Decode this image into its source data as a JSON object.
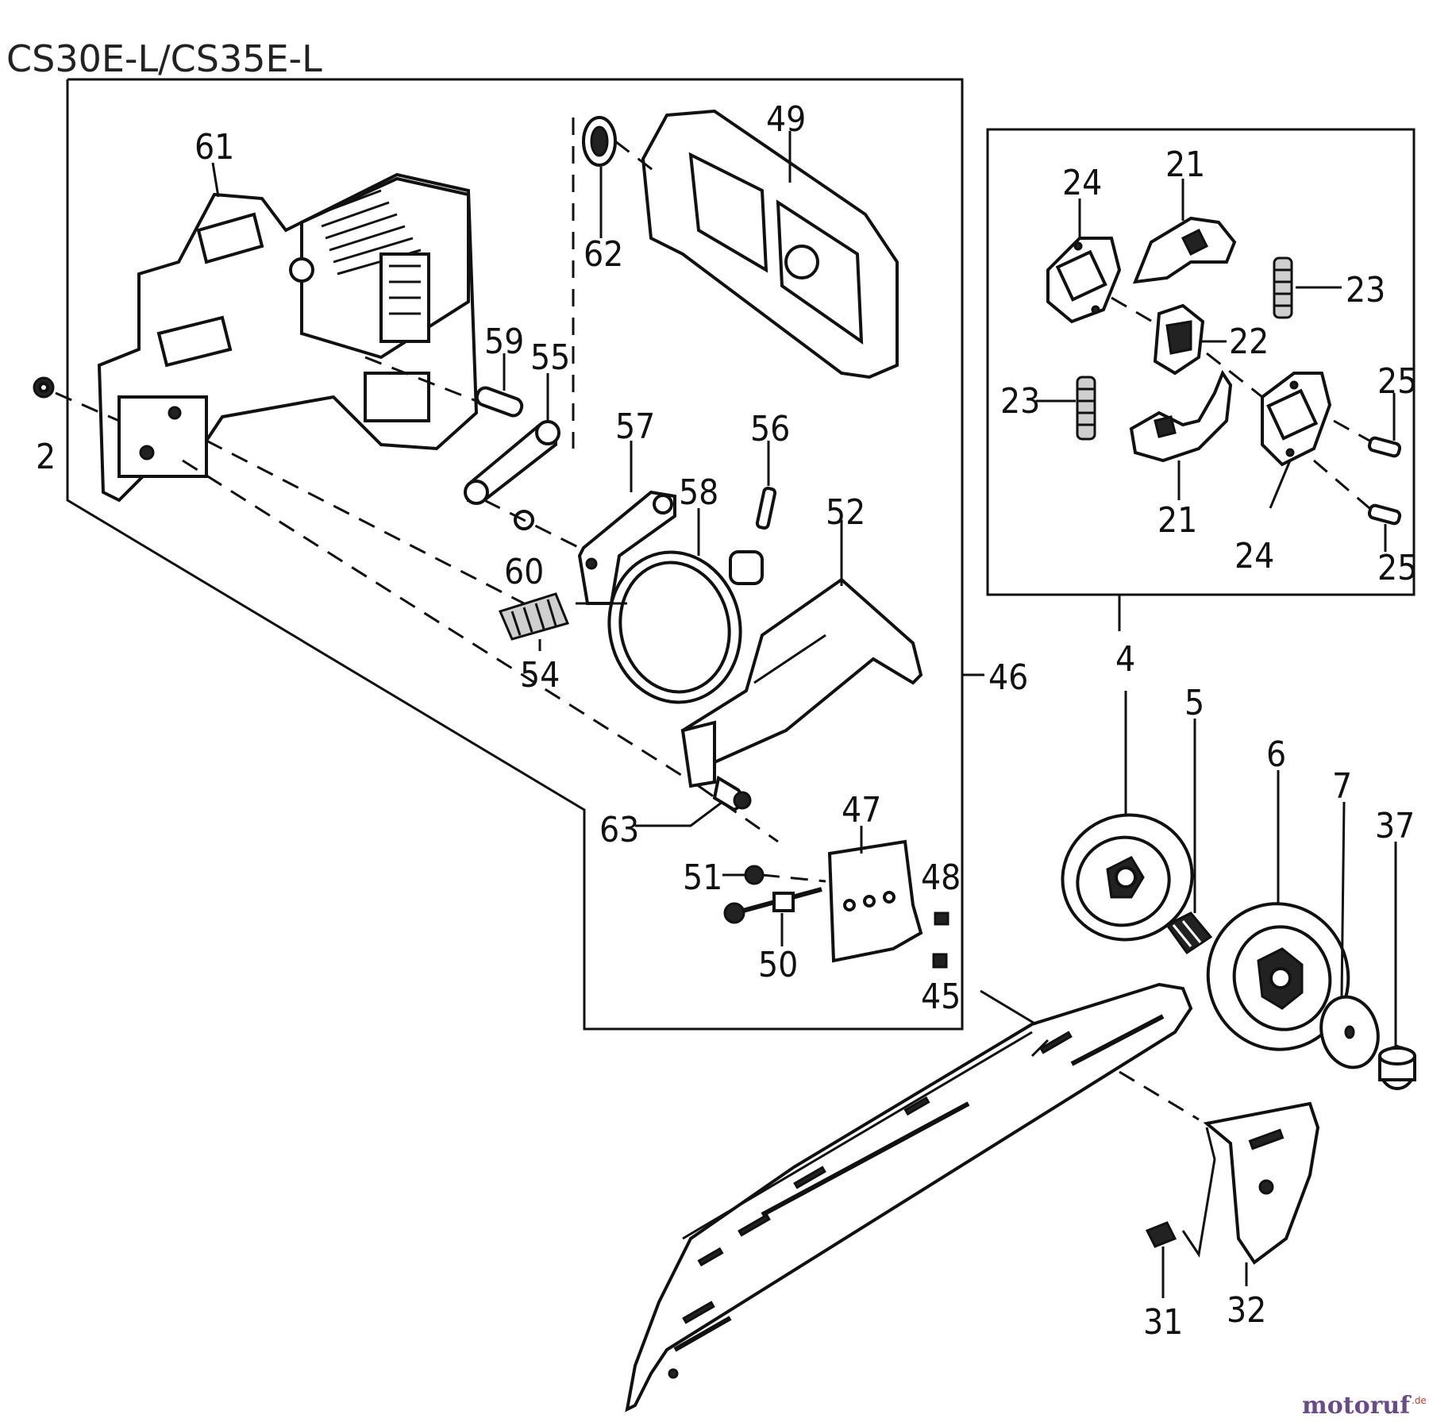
{
  "title": "CS30E-L/CS35E-L",
  "labels": {
    "p61": "61",
    "p49": "49",
    "p62": "62",
    "p59": "59",
    "p55": "55",
    "p57": "57",
    "p56": "56",
    "p58": "58",
    "p52": "52",
    "p60": "60",
    "p54": "54",
    "p2": "2",
    "p46": "46",
    "p63": "63",
    "p47": "47",
    "p51": "51",
    "p48": "48",
    "p50": "50",
    "p45": "45",
    "p24a": "24",
    "p21a": "21",
    "p23a": "23",
    "p22": "22",
    "p23b": "23",
    "p25a": "25",
    "p21b": "21",
    "p24b": "24",
    "p25b": "25",
    "p4": "4",
    "p5": "5",
    "p6": "6",
    "p7": "7",
    "p37": "37",
    "p31": "31",
    "p32": "32"
  },
  "watermark": {
    "brand": "motoruf",
    "tld": ".de"
  },
  "colors": {
    "line": "#111111",
    "background": "#ffffff",
    "watermark": "#6b4a8a"
  }
}
